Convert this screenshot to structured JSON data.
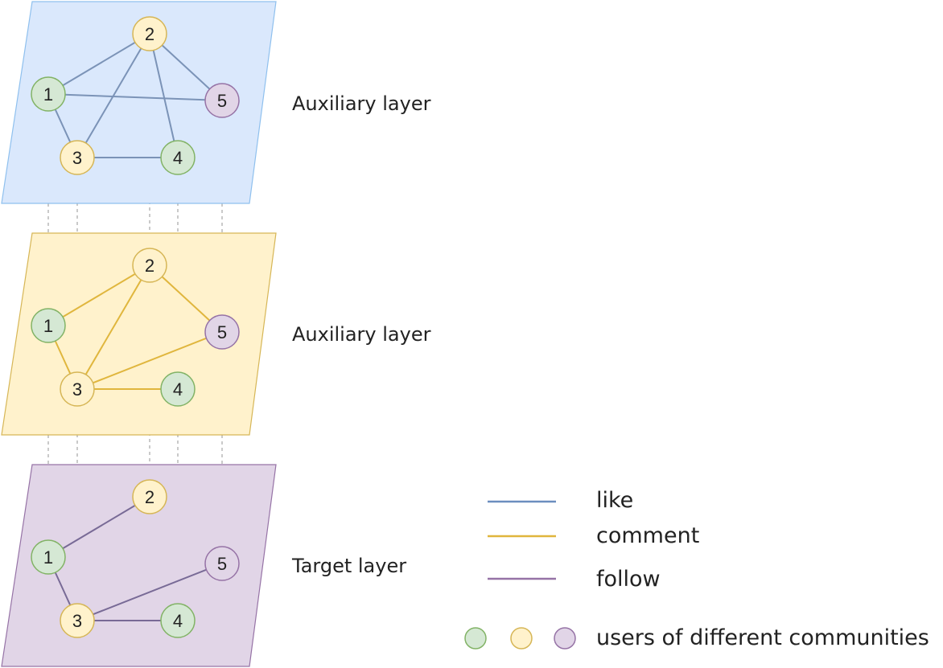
{
  "layers": [
    {
      "id": "top",
      "label": "Auxiliary layer",
      "fill": "#dae8fc",
      "stroke": "#8fc0ee",
      "edge_color": "#7b93b7",
      "edges": [
        [
          1,
          2
        ],
        [
          1,
          3
        ],
        [
          1,
          5
        ],
        [
          2,
          3
        ],
        [
          2,
          4
        ],
        [
          2,
          5
        ],
        [
          3,
          4
        ]
      ]
    },
    {
      "id": "middle",
      "label": "Auxiliary layer",
      "fill": "#fff2cc",
      "stroke": "#d6b656",
      "edge_color": "#e0b63d",
      "edges": [
        [
          1,
          2
        ],
        [
          1,
          3
        ],
        [
          2,
          3
        ],
        [
          2,
          5
        ],
        [
          3,
          4
        ],
        [
          3,
          5
        ]
      ]
    },
    {
      "id": "bottom",
      "label": "Target layer",
      "fill": "#e1d5e7",
      "stroke": "#9673a6",
      "edge_color": "#786a96",
      "edges": [
        [
          1,
          2
        ],
        [
          1,
          3
        ],
        [
          3,
          4
        ],
        [
          3,
          5
        ]
      ]
    }
  ],
  "nodes": [
    {
      "id": 1,
      "label": "1",
      "community": "green"
    },
    {
      "id": 2,
      "label": "2",
      "community": "yellow"
    },
    {
      "id": 3,
      "label": "3",
      "community": "yellow"
    },
    {
      "id": 4,
      "label": "4",
      "community": "green"
    },
    {
      "id": 5,
      "label": "5",
      "community": "purple"
    }
  ],
  "community_colors": {
    "green": {
      "fill": "#d5e8d4",
      "stroke": "#82b366"
    },
    "yellow": {
      "fill": "#fff2cc",
      "stroke": "#d6b656"
    },
    "purple": {
      "fill": "#e1d5e7",
      "stroke": "#9673a6"
    }
  },
  "legend": {
    "edges": [
      {
        "label": "like",
        "color": "#6c8ebf"
      },
      {
        "label": "comment",
        "color": "#e0b63d"
      },
      {
        "label": "follow",
        "color": "#9673a6"
      }
    ],
    "communities": [
      "green",
      "yellow",
      "purple"
    ],
    "communities_label": "users of different communities"
  },
  "connector_color": "#b8b8b8"
}
